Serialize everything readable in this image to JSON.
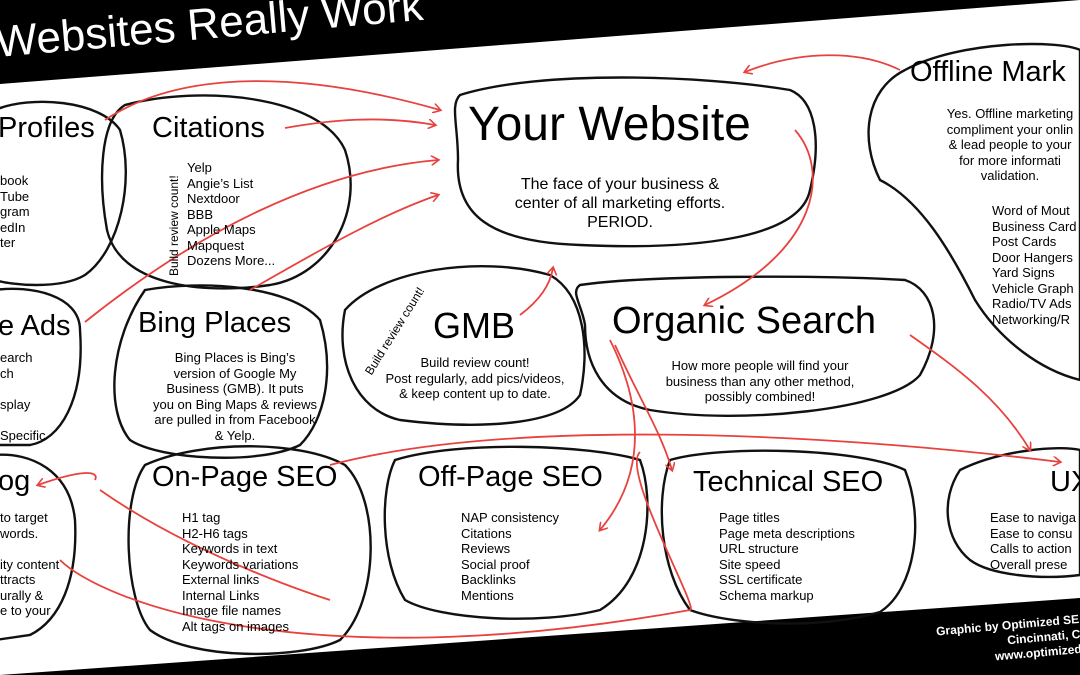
{
  "title": "Websites Really Work",
  "nodes": {
    "your_website": {
      "heading": "Your Website",
      "text": [
        "The face of your business &",
        "center of all marketing efforts.",
        "PERIOD."
      ]
    },
    "social_profiles": {
      "heading": "Profiles",
      "items": [
        "book",
        "Tube",
        "gram",
        "edIn",
        "ter"
      ]
    },
    "citations": {
      "heading": "Citations",
      "side_note": "Build review count!",
      "items": [
        "Yelp",
        "Angie’s List",
        "Nextdoor",
        "BBB",
        "Apple Maps",
        "Mapquest",
        "Dozens More..."
      ]
    },
    "offline": {
      "heading": "Offline Mark",
      "text": [
        "Yes.  Offline marketing",
        "compliment your onlin",
        "& lead people to your",
        "for more informati",
        "validation."
      ],
      "items": [
        "Word of Mout",
        "Business Card",
        "Post Cards",
        "Door Hangers",
        "Yard Signs",
        "Vehicle Graph",
        "Radio/TV Ads",
        "Networking/R"
      ]
    },
    "ads": {
      "heading": "e Ads",
      "items": [
        "earch",
        "ch",
        "",
        "splay",
        "",
        "Specific"
      ]
    },
    "bing": {
      "heading": "Bing Places",
      "text": [
        "Bing Places is Bing’s",
        "version of Google My",
        "Business (GMB). It puts",
        "you on Bing Maps & reviews",
        "are pulled in from Facebook",
        "& Yelp."
      ]
    },
    "gmb": {
      "heading": "GMB",
      "side_note": "Build review count!",
      "text": [
        "Build review count!",
        "Post regularly, add pics/videos,",
        "& keep content up to date."
      ]
    },
    "organic": {
      "heading": "Organic Search",
      "text": [
        "How more people will find your",
        "business than any other method,",
        "possibly combined!"
      ]
    },
    "blog": {
      "heading": "og",
      "items": [
        "to target",
        "words.",
        "",
        "ity content",
        "ttracts",
        "urally &",
        "e to your"
      ]
    },
    "onpage": {
      "heading": "On-Page SEO",
      "items": [
        "H1 tag",
        "H2-H6 tags",
        "Keywords in text",
        "Keywords variations",
        "External links",
        "Internal Links",
        "Image file names",
        "Alt tags on images"
      ]
    },
    "offpage": {
      "heading": "Off-Page SEO",
      "items": [
        "NAP consistency",
        "Citations",
        "Reviews",
        "Social proof",
        "Backlinks",
        "Mentions"
      ]
    },
    "technical": {
      "heading": "Technical SEO",
      "items": [
        "Page titles",
        "Page meta descriptions",
        "URL structure",
        "Site speed",
        "SSL certificate",
        "Schema markup"
      ]
    },
    "ux": {
      "heading": "UX",
      "items": [
        "Ease to naviga",
        "Ease to consu",
        "Calls to action",
        "Overall prese"
      ]
    }
  },
  "credit": [
    "Graphic by Optimized SE",
    "Cincinnati, C",
    "www.optimized"
  ],
  "colors": {
    "background": "#000000",
    "board": "#ffffff",
    "outline": "#111111",
    "arrow": "#e8423e",
    "title_text": "#ffffff"
  }
}
